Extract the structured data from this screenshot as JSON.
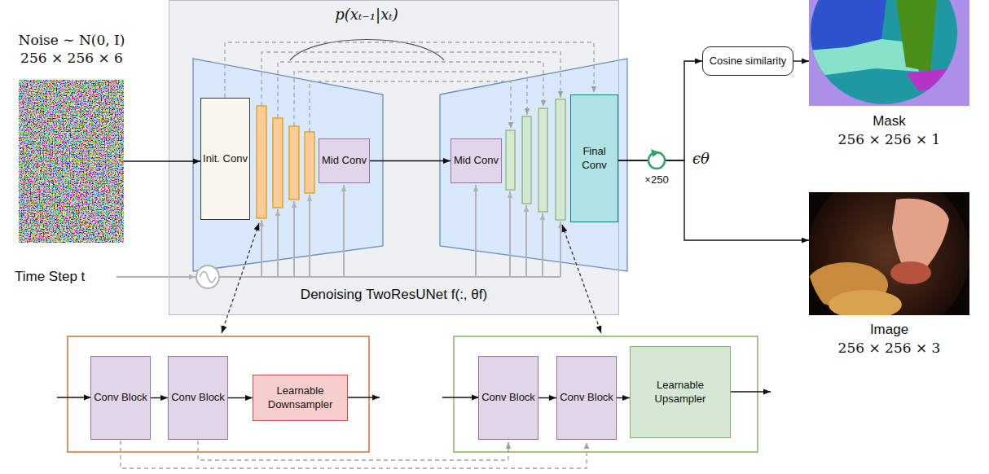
{
  "diagram": {
    "nodes": [
      {
        "text": [
          "Noise ∼ N(0, I)",
          "256 × 256 × 6"
        ]
      },
      {
        "text": [
          "Denoising TwoResUNet f(:, θf)"
        ]
      },
      {
        "text": [
          "Init. Conv"
        ],
        "in": 1
      },
      {
        "text": [
          "Mid Conv"
        ],
        "in": 1
      },
      {
        "text": [
          "Mid Conv"
        ],
        "in": 1
      },
      {
        "text": [
          "Final Conv"
        ],
        "in": 1
      },
      {
        "text": [
          "Conv Block"
        ]
      },
      {
        "text": [
          "Conv Block"
        ]
      },
      {
        "text": [
          "Learnable Downsampler"
        ]
      },
      {
        "text": [
          "Conv Block"
        ]
      },
      {
        "text": [
          "Conv Block"
        ]
      },
      {
        "text": [
          "Learnable Upsampler"
        ]
      },
      {
        "text": [
          "Cosine similarity"
        ]
      },
      {
        "text": [
          "Mask",
          "256 × 256 × 1"
        ]
      },
      {
        "text": [
          "Image",
          "256 × 256 × 3"
        ]
      }
    ],
    "edges": [
      {
        "from": 0,
        "to": 2,
        "arrow": "to"
      },
      {
        "from": 3,
        "to": 4,
        "arrow": "to"
      },
      {
        "from": 5,
        "to": 12,
        "arrow": "to"
      },
      {
        "from": 5,
        "to": 14,
        "arrow": "to"
      },
      {
        "from": 12,
        "to": 13,
        "arrow": "to"
      },
      {
        "from": 6,
        "to": 7,
        "arrow": "to"
      },
      {
        "from": 7,
        "to": 8,
        "arrow": "to"
      },
      {
        "from": 9,
        "to": 10,
        "arrow": "to"
      },
      {
        "from": 10,
        "to": 11,
        "arrow": "to"
      }
    ],
    "labels": [
      "p(xₜ₋₁|xₜ)",
      "Time Step t",
      "×250",
      "ϵθ"
    ]
  }
}
